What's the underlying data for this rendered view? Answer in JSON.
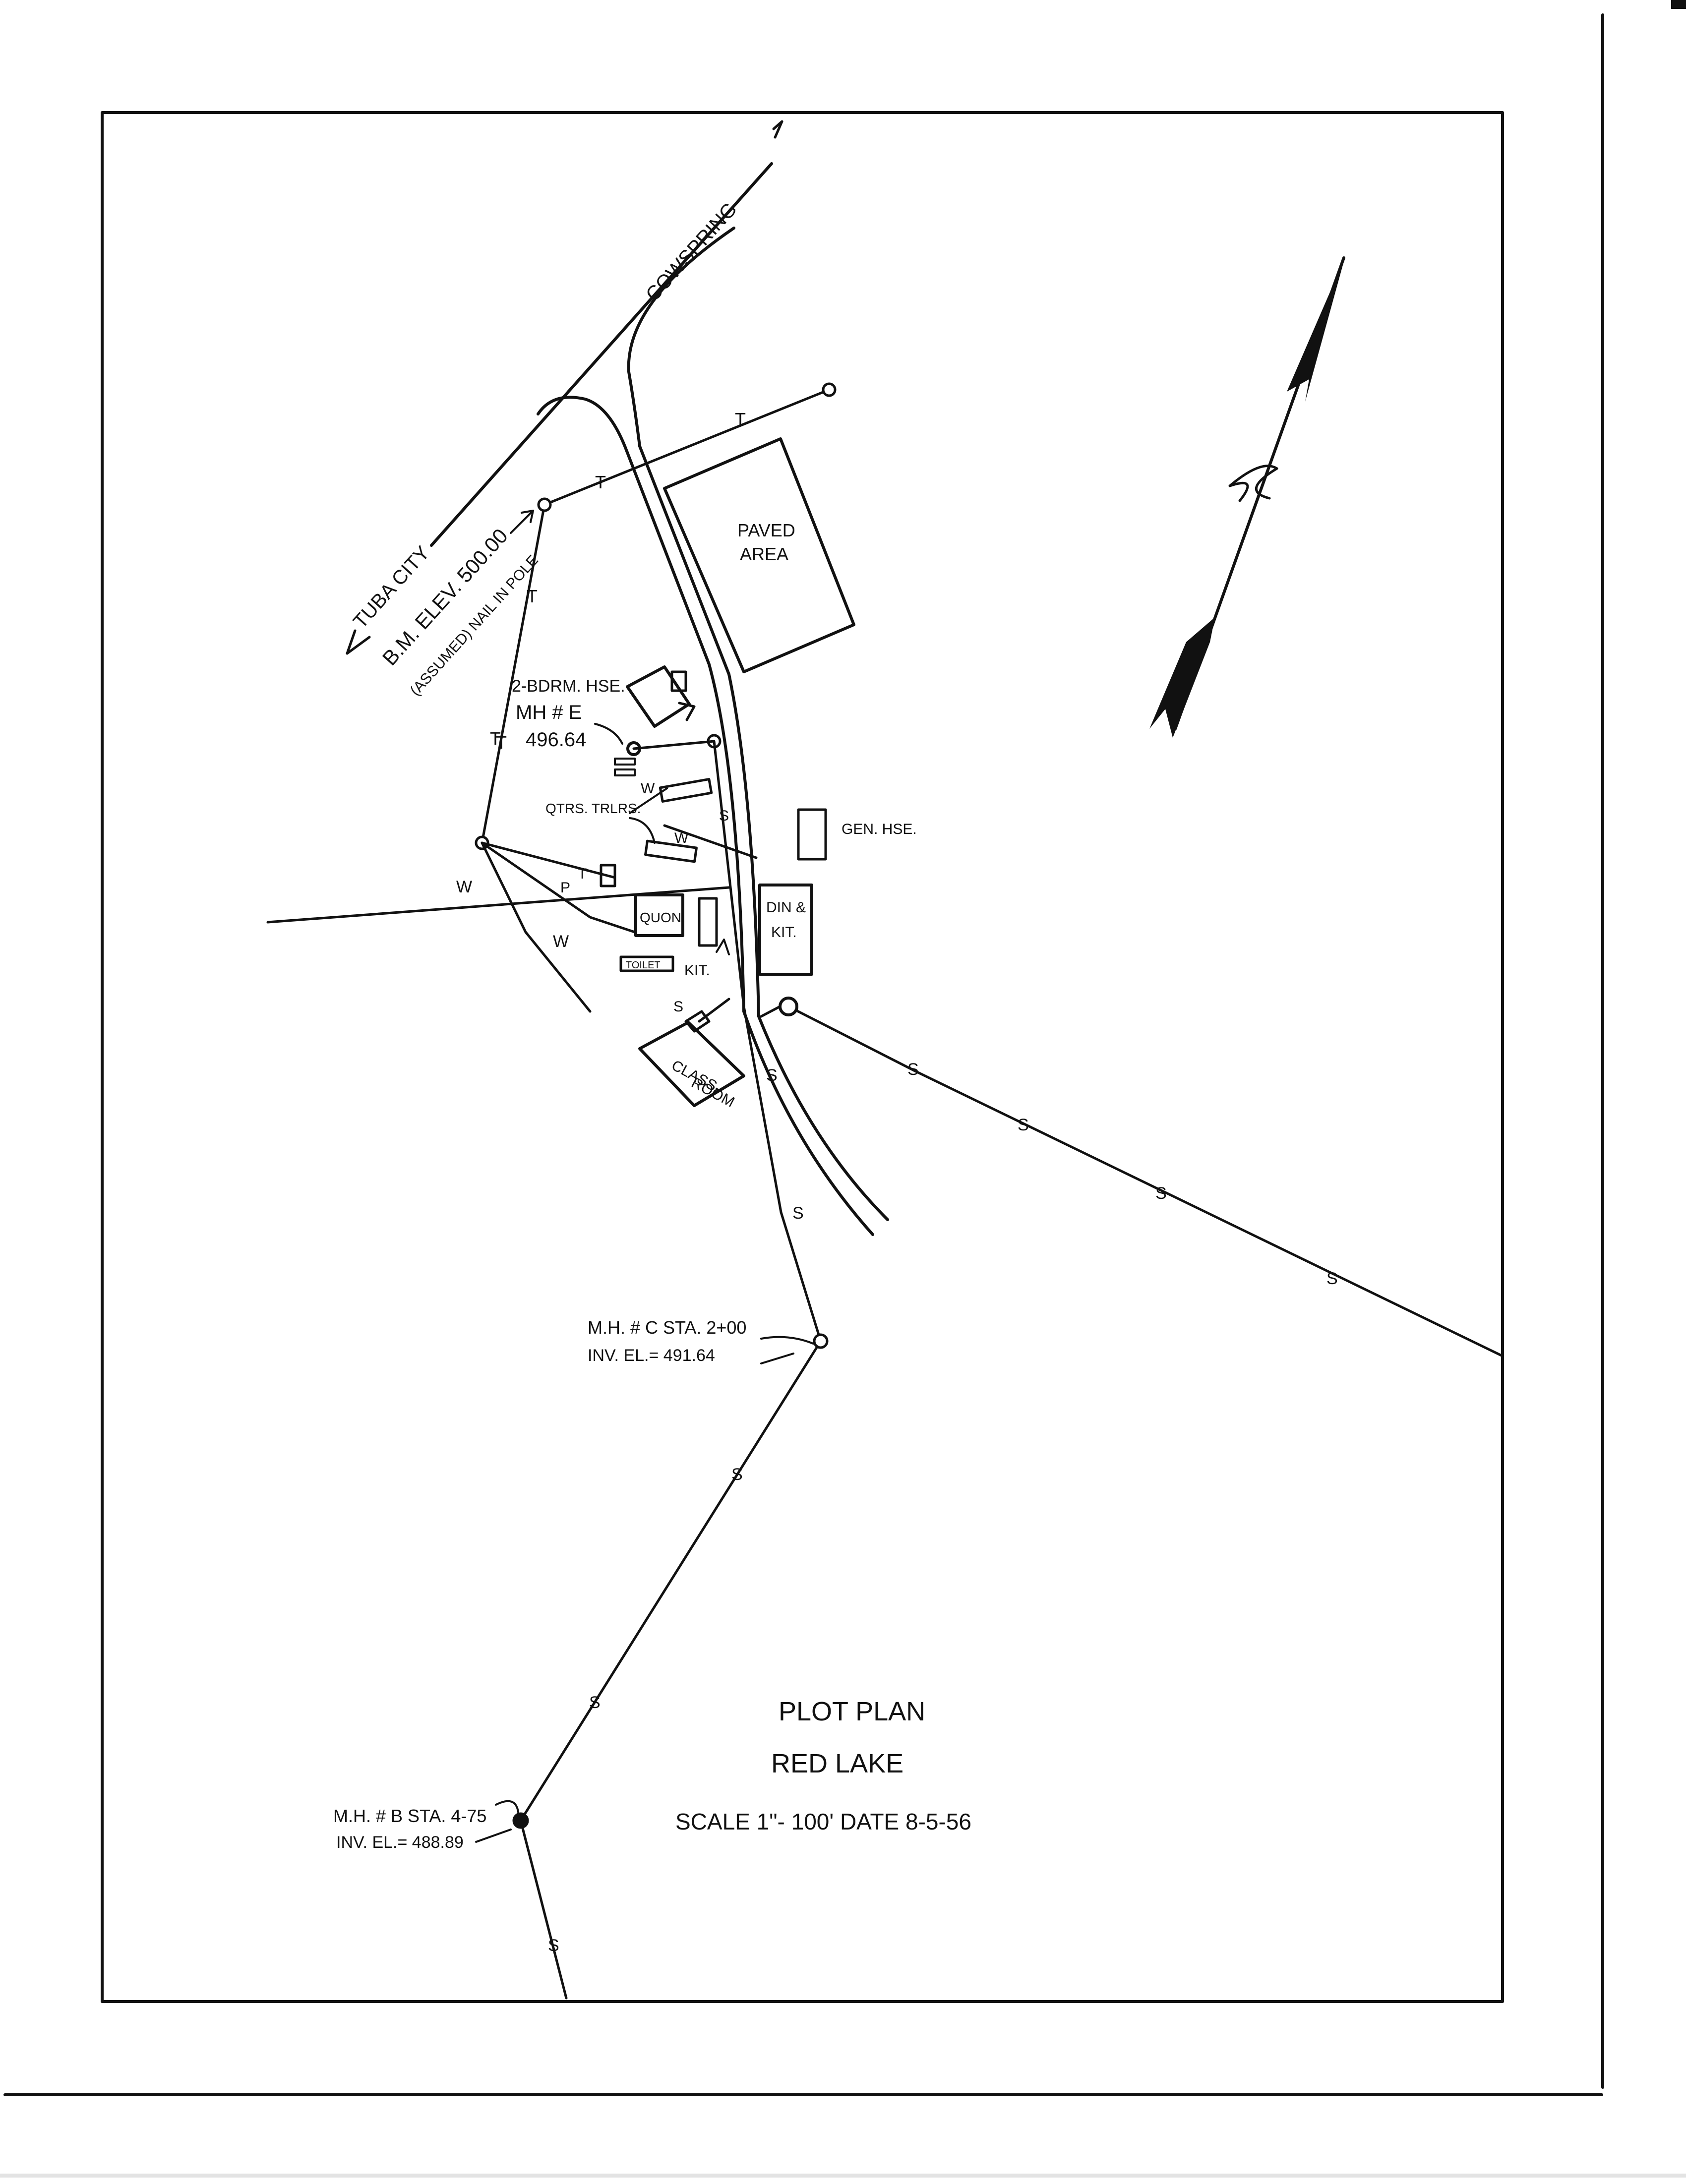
{
  "title": {
    "line1": "PLOT PLAN",
    "line2": "RED LAKE",
    "scale_date": "SCALE 1\"- 100'  DATE 8-5-56"
  },
  "roads": {
    "tuba_city": "TUBA CITY",
    "cowspring": "COWSPRING"
  },
  "benchmark": {
    "line1": "B.M. ELEV. 500.00",
    "line2": "(ASSUMED) NAIL IN POLE"
  },
  "buildings": {
    "paved_area_1": "PAVED",
    "paved_area_2": "AREA",
    "dorm_house": "2-BDRM. HSE.",
    "qtrs_trlrs": "QTRS. TRLRS.",
    "gen_hse": "GEN. HSE.",
    "din_kit_1": "DIN &",
    "din_kit_2": "KIT.",
    "quon": "QUON.",
    "toilet": "TOILET",
    "kit": "KIT.",
    "classroom_1": "CLASS-",
    "classroom_2": "ROOM"
  },
  "manholes": {
    "e_label": "MH # E",
    "e_elev": "496.64",
    "c_label": "M.H. # C STA. 2+00",
    "c_elev": "INV. EL.= 491.64",
    "b_label": "M.H. # B STA. 4-75",
    "b_elev": "INV. EL.= 488.89"
  },
  "line_codes": {
    "sewer": "S",
    "telephone": "T",
    "water": "W",
    "power": "P"
  }
}
